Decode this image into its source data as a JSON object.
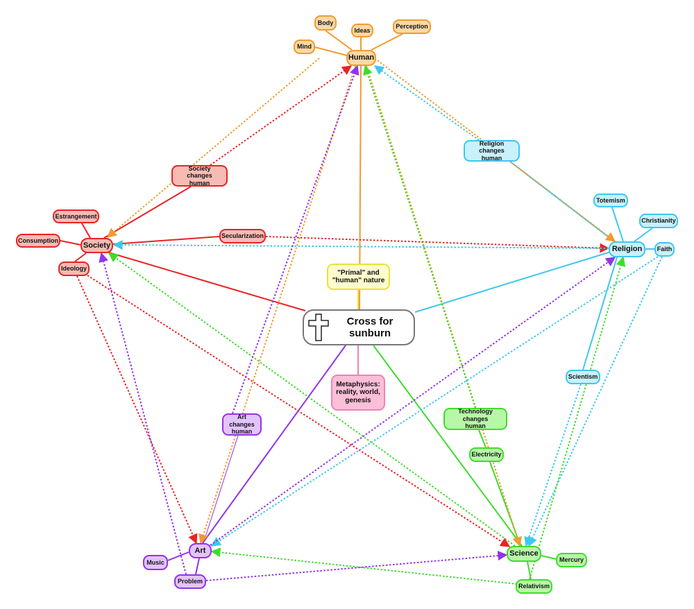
{
  "colors": {
    "human": "#f29a2e",
    "society": "#e82323",
    "religion": "#3ec7ee",
    "science": "#3fdc2c",
    "art": "#9233e9",
    "nature": "#e9e23a",
    "metaphysics": "#ee83b2",
    "center": "#777777"
  },
  "nodes": {
    "center": "Cross for sunburn",
    "human": "Human",
    "body": "Body",
    "ideas": "Ideas",
    "perception": "Perception",
    "mind": "Mind",
    "society_changes_human": "Society changes\nhuman",
    "religion_changes_human": "Religion changes\nhuman",
    "estrangement": "Estrangement",
    "consumption": "Consumption",
    "society": "Society",
    "ideology": "Ideology",
    "secularization": "Secularization",
    "religion": "Religion",
    "totemism": "Totemism",
    "christianity": "Christianity",
    "faith": "Faith",
    "nature": "\"Primal\" and\n\"human\" nature",
    "metaphysics": "Metaphysics:\nreality, world,\ngenesis",
    "scientism": "Scientism",
    "technology_changes_human": "Technology changes\nhuman",
    "electricity": "Electricity",
    "art_changes_human": "Art changes\nhuman",
    "art": "Art",
    "music": "Music",
    "problem": "Problem",
    "science": "Science",
    "mercury": "Mercury",
    "relativism": "Relativism"
  }
}
